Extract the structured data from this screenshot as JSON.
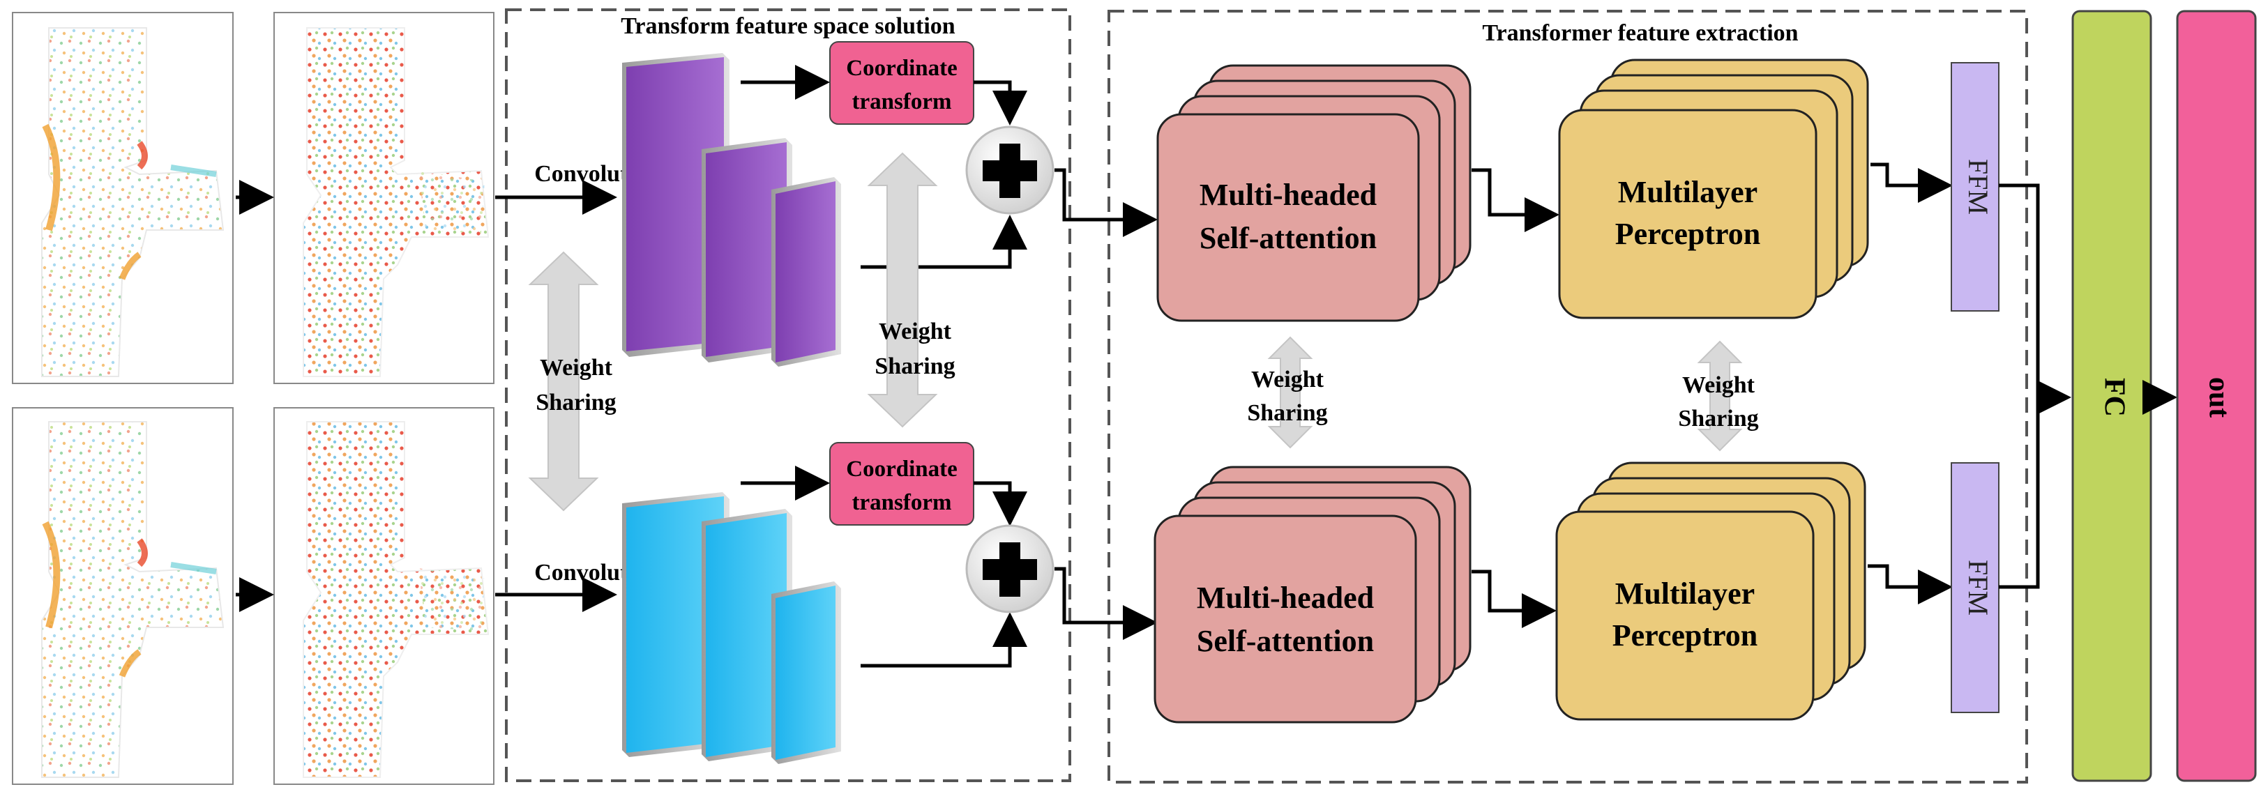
{
  "sections": {
    "transform_title": "Transform feature space solution",
    "transformer_title": "Transformer feature extraction"
  },
  "labels": {
    "convolution_top": "Convolution",
    "convolution_bottom": "Convolution",
    "coord_top_line1": "Coordinate",
    "coord_top_line2": "transform",
    "coord_bottom_line1": "Coordinate",
    "coord_bottom_line2": "transform",
    "ws_left_line1": "Weight",
    "ws_left_line2": "Sharing",
    "ws_mid_line1": "Weight",
    "ws_mid_line2": "Sharing",
    "ws_attn_line1": "Weight",
    "ws_attn_line2": "Sharing",
    "ws_mlp_line1": "Weight",
    "ws_mlp_line2": "Sharing",
    "attn_top_line1": "Multi-headed",
    "attn_top_line2": "Self-attention",
    "attn_bottom_line1": "Multi-headed",
    "attn_bottom_line2": "Self-attention",
    "mlp_top_line1": "Multilayer",
    "mlp_top_line2": "Perceptron",
    "mlp_bottom_line1": "Multilayer",
    "mlp_bottom_line2": "Perceptron",
    "ffm_top": "FFM",
    "ffm_bottom": "FFM",
    "fc": "FC",
    "out": "out"
  },
  "colors": {
    "coordinate_box": "#F06292",
    "attention_block": "#E2A3A0",
    "mlp_block": "#EBCB7C",
    "ffm_box": "#C9B8F2",
    "fc_bar": "#BFD45E",
    "out_bar": "#F2609A",
    "conv_top": "#9B5BC6",
    "conv_bottom": "#39C6F4",
    "weight_arrow": "#D9D9D9"
  }
}
